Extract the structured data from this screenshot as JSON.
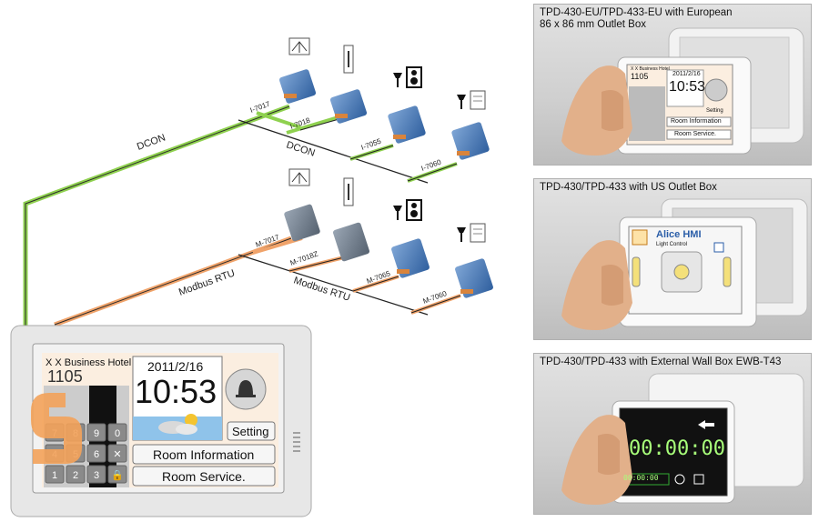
{
  "diagram": {
    "networks": [
      {
        "protocol": "DCON",
        "link_label": "DCON",
        "color": "#8fd14f",
        "modules": [
          "I-7017",
          "I-7018",
          "I-7055",
          "I-7060"
        ]
      },
      {
        "protocol": "Modbus RTU",
        "link_label": "Modbus RTU",
        "color": "#f0a36a",
        "modules": [
          "M-7017",
          "M-7018Z",
          "M-7065",
          "M-7060"
        ]
      }
    ],
    "panel": {
      "hotel": "X X Business Hotel",
      "room": "1105",
      "date": "2011/2/16",
      "time": "10:53",
      "setting": "Setting",
      "room_info": "Room Information",
      "room_service": "Room Service.",
      "keys": [
        "7",
        "8",
        "9",
        "0",
        "4",
        "5",
        "6",
        "✕",
        "1",
        "2",
        "3",
        "🔒"
      ]
    }
  },
  "photos": [
    {
      "caption": "TPD-430-EU/TPD-433-EU with European\n86 x 86 mm Outlet Box",
      "screen": {
        "hotel": "X X Business Hotel",
        "room": "1105",
        "date": "2011/2/16",
        "time": "10:53",
        "setting": "Setting",
        "room_info": "Room Information",
        "room_service": "Room Service."
      }
    },
    {
      "caption": "TPD-430/TPD-433 with US Outlet Box",
      "screen": {
        "title": "Alice HMI",
        "subtitle": "Light Control"
      }
    },
    {
      "caption": "TPD-430/TPD-433 with External Wall Box EWB-T43",
      "screen": {
        "timer": "00:00:00",
        "subtimer": "00:00:00"
      }
    }
  ]
}
